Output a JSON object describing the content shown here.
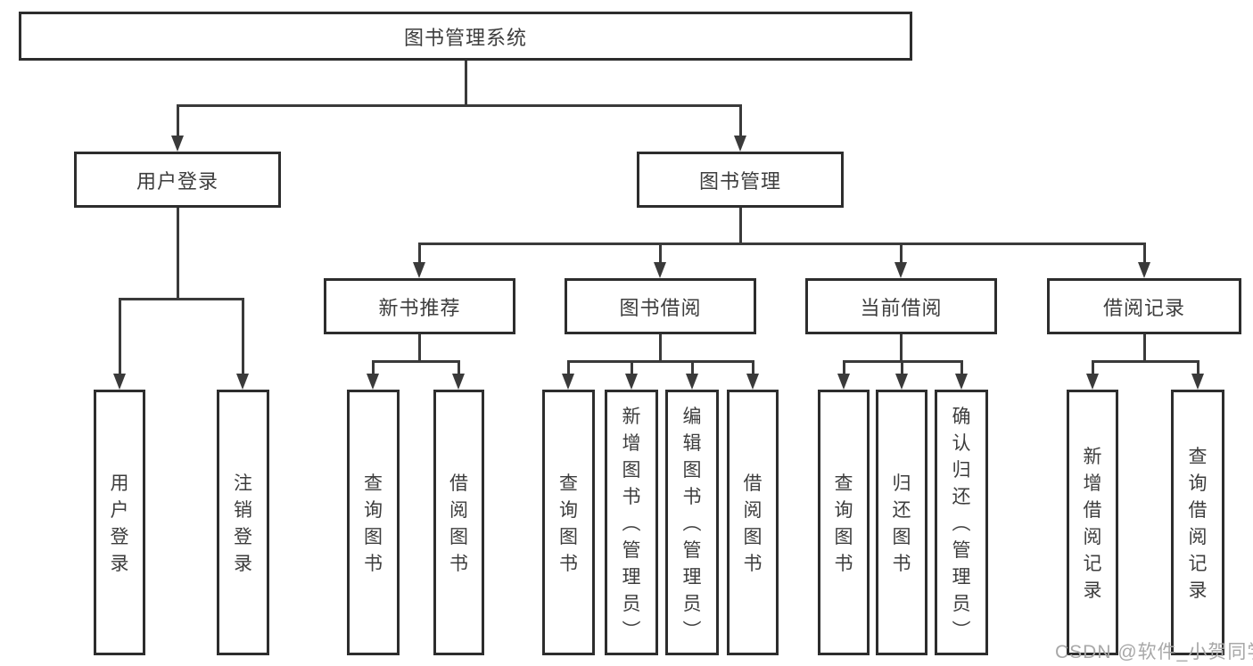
{
  "tree": {
    "label": "图书管理系统",
    "children": [
      {
        "label": "用户登录",
        "children": [
          {
            "label": "用户登录"
          },
          {
            "label": "注销登录"
          }
        ]
      },
      {
        "label": "图书管理",
        "children": [
          {
            "label": "新书推荐",
            "children": [
              {
                "label": "查询图书"
              },
              {
                "label": "借阅图书"
              }
            ]
          },
          {
            "label": "图书借阅",
            "children": [
              {
                "label": "查询图书"
              },
              {
                "label": "新增图书（管理员）"
              },
              {
                "label": "编辑图书（管理员）"
              },
              {
                "label": "借阅图书"
              }
            ]
          },
          {
            "label": "当前借阅",
            "children": [
              {
                "label": "查询图书"
              },
              {
                "label": "归还图书"
              },
              {
                "label": "确认归还（管理员）"
              }
            ]
          },
          {
            "label": "借阅记录",
            "children": [
              {
                "label": "新增借阅记录"
              },
              {
                "label": "查询借阅记录"
              }
            ]
          }
        ]
      }
    ]
  },
  "watermark": "CSDN @软件_小贺同学",
  "colors": {
    "line": "#3a3a3a",
    "box_border": "#2d2d2d",
    "text": "#3d3d3d",
    "watermark": "#a8a8a8",
    "background": "#ffffff"
  }
}
